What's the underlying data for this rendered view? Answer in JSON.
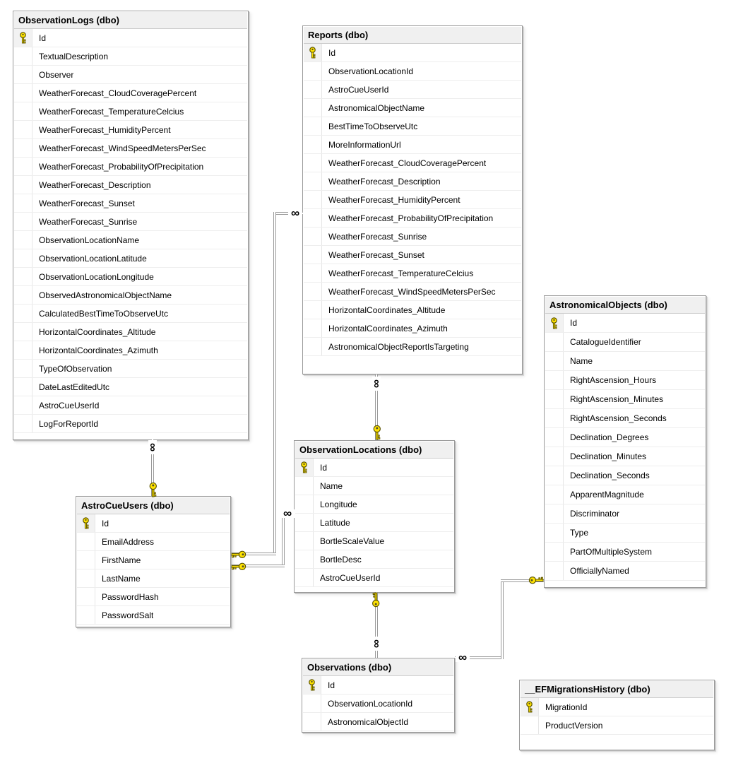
{
  "canvas": {
    "background": "#ffffff"
  },
  "style_colors": {
    "table_border": "#9a9a9a",
    "table_header_bg": "#f0f0f0",
    "row_separator": "#eeeeee",
    "relationship_line": "#9a9a9a",
    "key_icon_fill": "#ffe300",
    "key_icon_outline": "#5c5400",
    "text": "#000000"
  },
  "icons": {
    "primary_key": "key-icon",
    "relation_one_end": "key-icon",
    "relation_many_end": "infinity-icon",
    "infinity_glyph": "∞"
  },
  "tables": [
    {
      "key": "observation_logs",
      "title": "ObservationLogs (dbo)",
      "columns": [
        {
          "name": "Id",
          "pk": true
        },
        {
          "name": "TextualDescription"
        },
        {
          "name": "Observer"
        },
        {
          "name": "WeatherForecast_CloudCoveragePercent"
        },
        {
          "name": "WeatherForecast_TemperatureCelcius"
        },
        {
          "name": "WeatherForecast_HumidityPercent"
        },
        {
          "name": "WeatherForecast_WindSpeedMetersPerSec"
        },
        {
          "name": "WeatherForecast_ProbabilityOfPrecipitation"
        },
        {
          "name": "WeatherForecast_Description"
        },
        {
          "name": "WeatherForecast_Sunset"
        },
        {
          "name": "WeatherForecast_Sunrise"
        },
        {
          "name": "ObservationLocationName"
        },
        {
          "name": "ObservationLocationLatitude"
        },
        {
          "name": "ObservationLocationLongitude"
        },
        {
          "name": "ObservedAstronomicalObjectName"
        },
        {
          "name": "CalculatedBestTimeToObserveUtc"
        },
        {
          "name": "HorizontalCoordinates_Altitude"
        },
        {
          "name": "HorizontalCoordinates_Azimuth"
        },
        {
          "name": "TypeOfObservation"
        },
        {
          "name": "DateLastEditedUtc"
        },
        {
          "name": "AstroCueUserId"
        },
        {
          "name": "LogForReportId"
        }
      ]
    },
    {
      "key": "reports",
      "title": "Reports (dbo)",
      "columns": [
        {
          "name": "Id",
          "pk": true
        },
        {
          "name": "ObservationLocationId"
        },
        {
          "name": "AstroCueUserId"
        },
        {
          "name": "AstronomicalObjectName"
        },
        {
          "name": "BestTimeToObserveUtc"
        },
        {
          "name": "MoreInformationUrl"
        },
        {
          "name": "WeatherForecast_CloudCoveragePercent"
        },
        {
          "name": "WeatherForecast_Description"
        },
        {
          "name": "WeatherForecast_HumidityPercent"
        },
        {
          "name": "WeatherForecast_ProbabilityOfPrecipitation"
        },
        {
          "name": "WeatherForecast_Sunrise"
        },
        {
          "name": "WeatherForecast_Sunset"
        },
        {
          "name": "WeatherForecast_TemperatureCelcius"
        },
        {
          "name": "WeatherForecast_WindSpeedMetersPerSec"
        },
        {
          "name": "HorizontalCoordinates_Altitude"
        },
        {
          "name": "HorizontalCoordinates_Azimuth"
        },
        {
          "name": "AstronomicalObjectReportIsTargeting"
        }
      ]
    },
    {
      "key": "astronomical_objects",
      "title": "AstronomicalObjects (dbo)",
      "columns": [
        {
          "name": "Id",
          "pk": true
        },
        {
          "name": "CatalogueIdentifier"
        },
        {
          "name": "Name"
        },
        {
          "name": "RightAscension_Hours"
        },
        {
          "name": "RightAscension_Minutes"
        },
        {
          "name": "RightAscension_Seconds"
        },
        {
          "name": "Declination_Degrees"
        },
        {
          "name": "Declination_Minutes"
        },
        {
          "name": "Declination_Seconds"
        },
        {
          "name": "ApparentMagnitude"
        },
        {
          "name": "Discriminator"
        },
        {
          "name": "Type"
        },
        {
          "name": "PartOfMultipleSystem"
        },
        {
          "name": "OfficiallyNamed"
        }
      ]
    },
    {
      "key": "astrocue_users",
      "title": "AstroCueUsers (dbo)",
      "columns": [
        {
          "name": "Id",
          "pk": true
        },
        {
          "name": "EmailAddress"
        },
        {
          "name": "FirstName"
        },
        {
          "name": "LastName"
        },
        {
          "name": "PasswordHash"
        },
        {
          "name": "PasswordSalt"
        }
      ]
    },
    {
      "key": "observation_locations",
      "title": "ObservationLocations (dbo)",
      "columns": [
        {
          "name": "Id",
          "pk": true
        },
        {
          "name": "Name"
        },
        {
          "name": "Longitude"
        },
        {
          "name": "Latitude"
        },
        {
          "name": "BortleScaleValue"
        },
        {
          "name": "BortleDesc"
        },
        {
          "name": "AstroCueUserId"
        }
      ]
    },
    {
      "key": "observations",
      "title": "Observations (dbo)",
      "columns": [
        {
          "name": "Id",
          "pk": true
        },
        {
          "name": "ObservationLocationId"
        },
        {
          "name": "AstronomicalObjectId"
        }
      ]
    },
    {
      "key": "ef_migrations_history",
      "title": "__EFMigrationsHistory (dbo)",
      "columns": [
        {
          "name": "MigrationId",
          "pk": true
        },
        {
          "name": "ProductVersion"
        }
      ]
    }
  ],
  "relations": [
    {
      "key": "r_obslogs_users",
      "many_side": "ObservationLogs (dbo)",
      "one_side": "AstroCueUsers (dbo)"
    },
    {
      "key": "r_reports_users",
      "many_side": "Reports (dbo)",
      "one_side": "AstroCueUsers (dbo)"
    },
    {
      "key": "r_obsloc_users",
      "many_side": "ObservationLocations (dbo)",
      "one_side": "AstroCueUsers (dbo)"
    },
    {
      "key": "r_reports_obsloc",
      "many_side": "Reports (dbo)",
      "one_side": "ObservationLocations (dbo)"
    },
    {
      "key": "r_observations_obsloc",
      "many_side": "Observations (dbo)",
      "one_side": "ObservationLocations (dbo)"
    },
    {
      "key": "r_observations_astobj",
      "many_side": "Observations (dbo)",
      "one_side": "AstronomicalObjects (dbo)"
    }
  ]
}
